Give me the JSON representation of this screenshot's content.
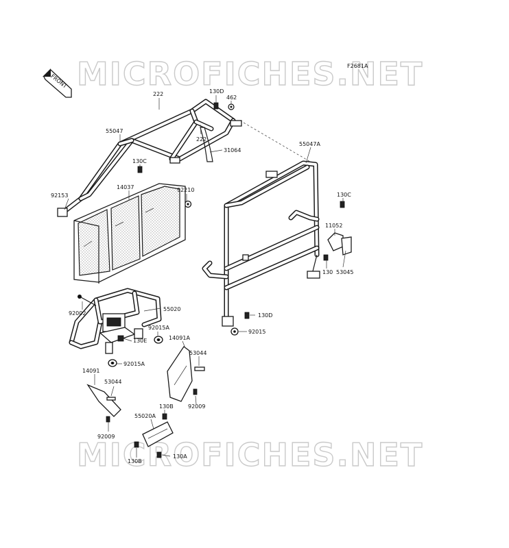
{
  "diagram": {
    "code": "F2681A",
    "watermark": "MICROFICHES.NET",
    "front_tag": "FRONT",
    "labels": {
      "p222a": "222",
      "p130d_top": "130D",
      "p462": "462",
      "p55047": "55047",
      "p222b": "222",
      "p31064": "31064",
      "p130c_left": "130C",
      "p55047a": "55047A",
      "p14037": "14037",
      "p92210": "92210",
      "p92153": "92153",
      "p130c_right": "130C",
      "p11052": "11052",
      "p130": "130",
      "p53045": "53045",
      "p55020": "55020",
      "p92002": "92002",
      "p130d_mid": "130D",
      "p92015a_top": "92015A",
      "p92015": "92015",
      "p130e": "130E",
      "p14091a": "14091A",
      "p53044_right": "53044",
      "p92015a_bot": "92015A",
      "p14091": "14091",
      "p53044_left": "53044",
      "p92009_right": "92009",
      "p130b_top": "130B",
      "p55020a": "55020A",
      "p92009_left": "92009",
      "p130a": "130A",
      "p130b_bot": "130B"
    }
  }
}
